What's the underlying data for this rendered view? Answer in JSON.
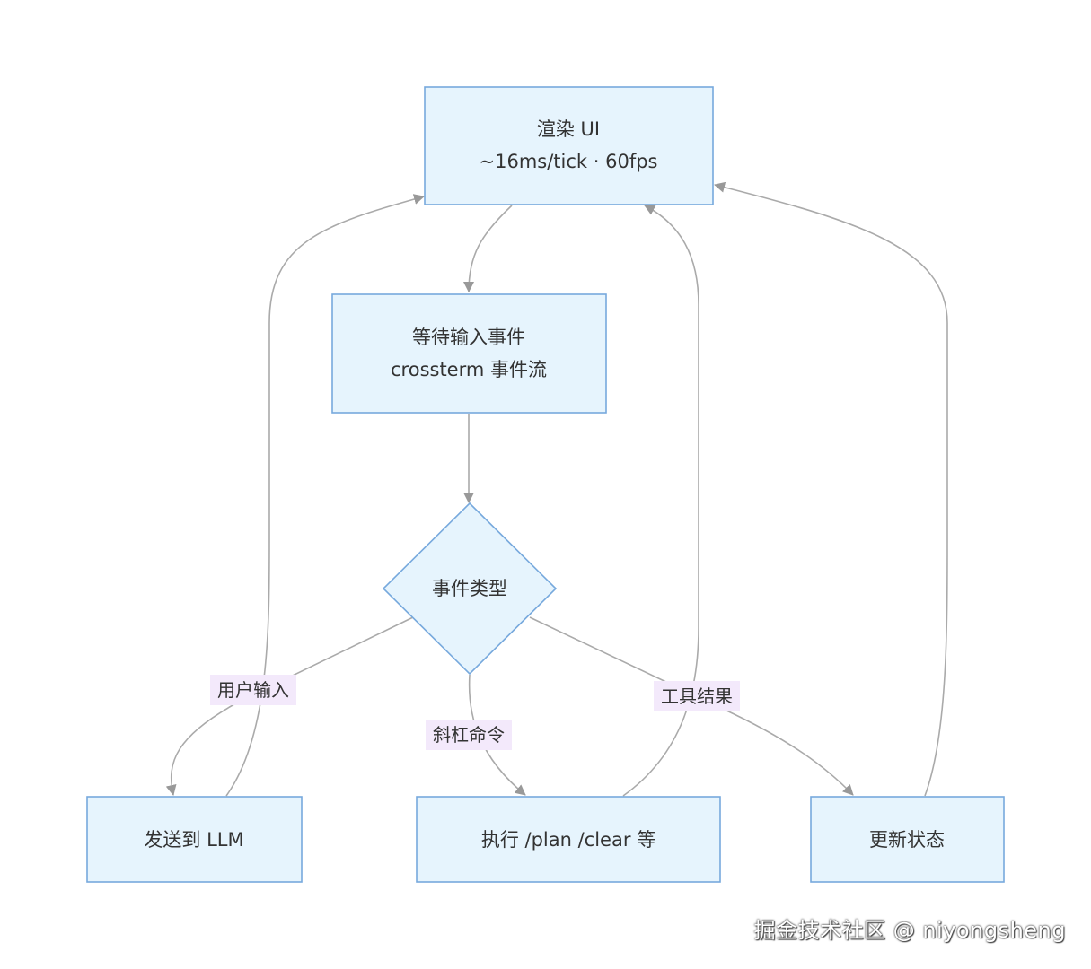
{
  "nodes": {
    "render": {
      "line1": "渲染 UI",
      "line2": "~16ms/tick · 60fps"
    },
    "wait": {
      "line1": "等待输入事件",
      "line2": "crossterm 事件流"
    },
    "decision": {
      "label": "事件类型"
    },
    "send": {
      "label": "发送到 LLM"
    },
    "exec": {
      "label": "执行 /plan /clear 等"
    },
    "update": {
      "label": "更新状态"
    }
  },
  "edge_labels": {
    "user_input": "用户输入",
    "slash_cmd": "斜杠命令",
    "tool_result": "工具结果"
  },
  "watermark": "掘金技术社区 @ niyongsheng",
  "colors": {
    "node_fill": "#e6f4fd",
    "node_stroke": "#77a9dd",
    "edge": "#aaaaaa",
    "label_bg": "#f3e9fb"
  }
}
